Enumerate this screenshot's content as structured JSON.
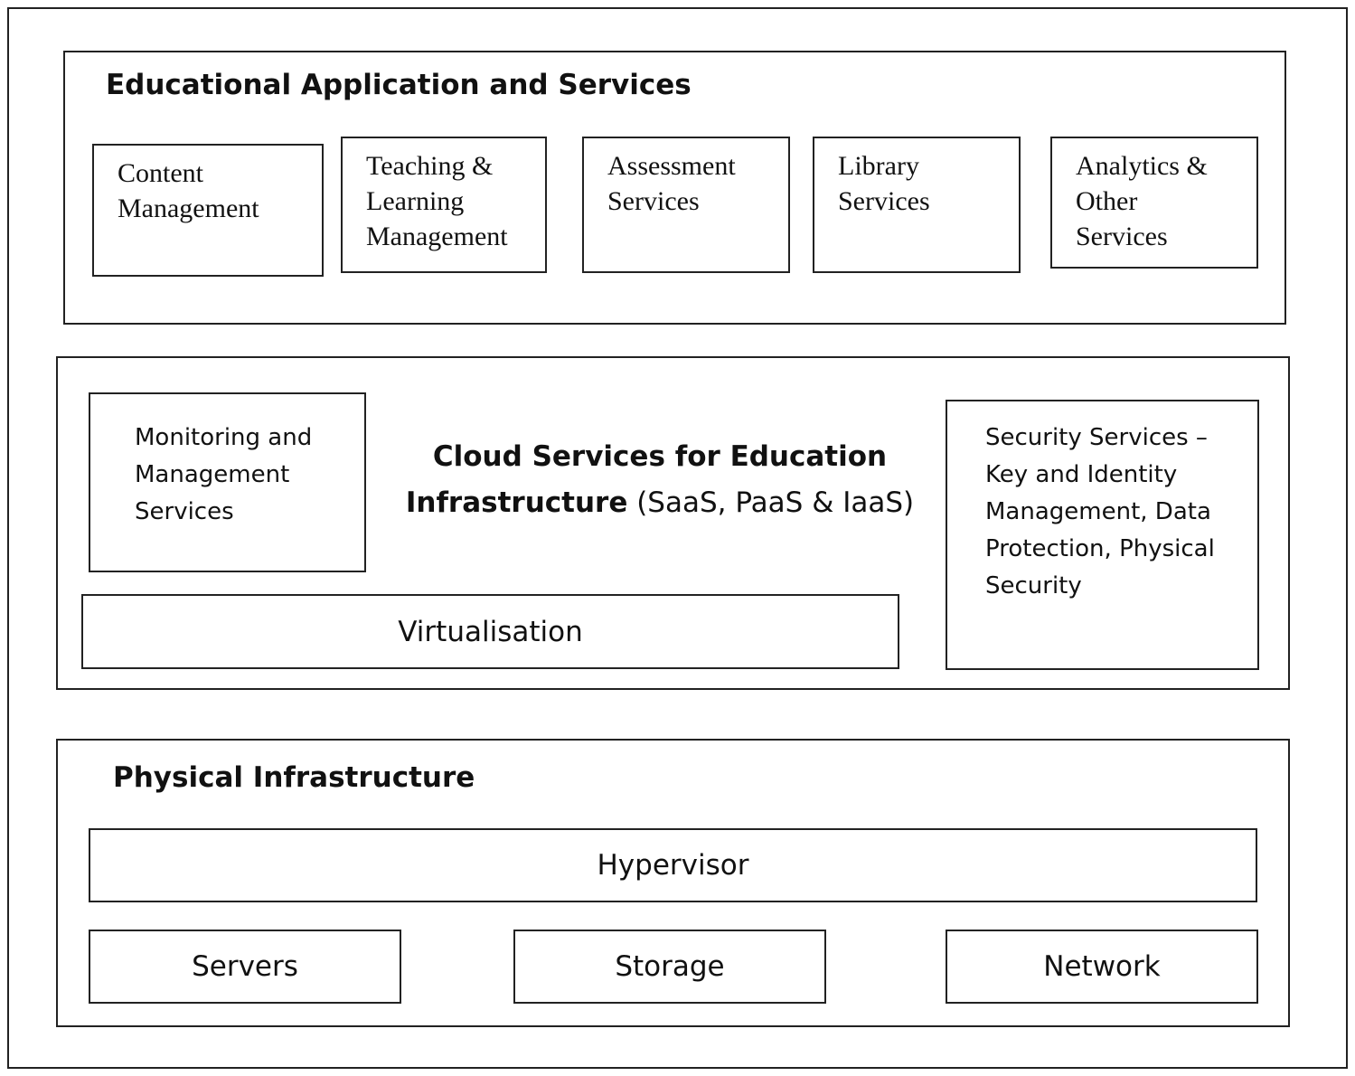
{
  "layers": {
    "application": {
      "title": "Educational Application and Services",
      "services": [
        {
          "lines": [
            "Content",
            "Management"
          ]
        },
        {
          "lines": [
            "Teaching &",
            "Learning",
            "Management"
          ]
        },
        {
          "lines": [
            "Assessment",
            "Services"
          ]
        },
        {
          "lines": [
            "Library",
            "Services"
          ]
        },
        {
          "lines": [
            "Analytics &",
            "Other",
            "Services"
          ]
        }
      ]
    },
    "cloud": {
      "title_line1": "Cloud Services for Education",
      "title_line2_bold": "Infrastructure",
      "title_line2_rest": " (SaaS, PaaS & IaaS)",
      "monitoring": {
        "lines": [
          "Monitoring and",
          "Management",
          "Services"
        ]
      },
      "virtualisation": "Virtualisation",
      "security": {
        "lines": [
          "Security Services –",
          "Key and Identity",
          "Management, Data",
          "Protection, Physical",
          "Security"
        ]
      }
    },
    "physical": {
      "title": "Physical Infrastructure",
      "hypervisor": "Hypervisor",
      "servers": "Servers",
      "storage": "Storage",
      "network": "Network"
    }
  }
}
